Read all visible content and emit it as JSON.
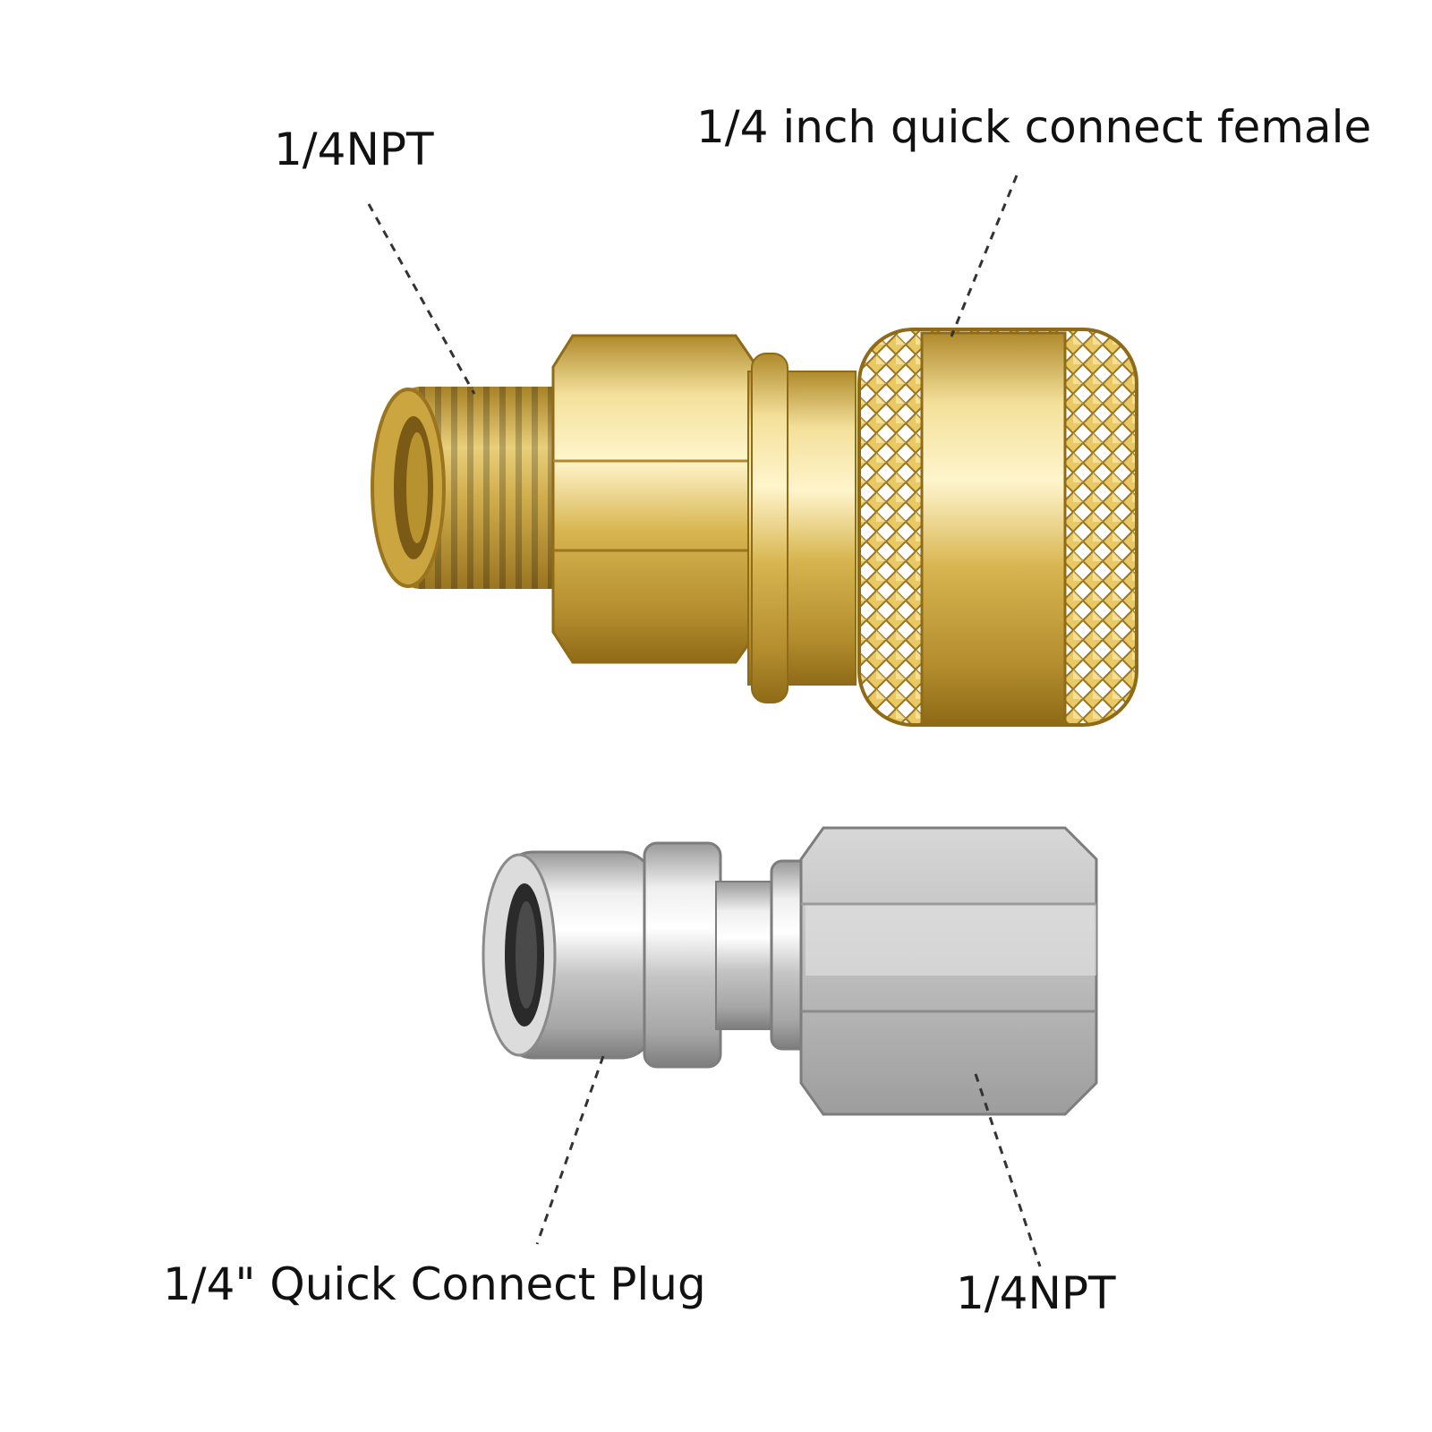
{
  "labels": {
    "top_left": "1/4NPT",
    "top_right": "1/4 inch quick connect female",
    "bottom_left": "1/4\" Quick Connect Plug",
    "bottom_right": "1/4NPT"
  },
  "colors": {
    "background": "#ffffff",
    "brass": "#d9b64e",
    "brass_dark": "#a57e22",
    "brass_light": "#f6e6a4",
    "steel": "#c9c9c9",
    "steel_dark": "#8a8a8a",
    "steel_light": "#f2f2f2",
    "text": "#111111"
  }
}
